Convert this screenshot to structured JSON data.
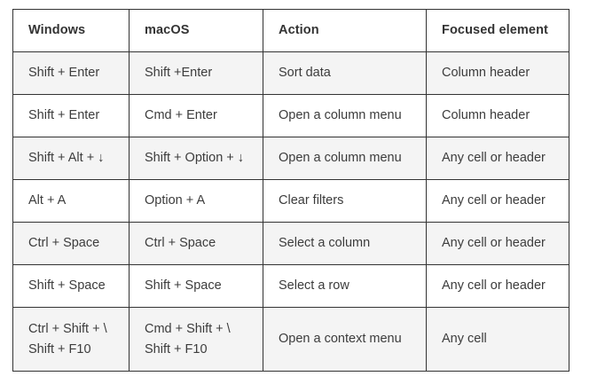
{
  "table": {
    "headers": [
      "Windows",
      "macOS",
      "Action",
      "Focused element"
    ],
    "rows": [
      {
        "shaded": true,
        "tall": false,
        "windows": "Shift + Enter",
        "macos": "Shift +Enter",
        "action": "Sort data",
        "focused": "Column header"
      },
      {
        "shaded": false,
        "tall": false,
        "windows": "Shift + Enter",
        "macos": "Cmd + Enter",
        "action": "Open a column menu",
        "focused": "Column header"
      },
      {
        "shaded": true,
        "tall": false,
        "windows": "Shift + Alt + ↓",
        "macos": "Shift + Option + ↓",
        "action": "Open a column menu",
        "focused": "Any cell or header"
      },
      {
        "shaded": false,
        "tall": false,
        "windows": "Alt + A",
        "macos": "Option + A",
        "action": "Clear filters",
        "focused": "Any cell or header"
      },
      {
        "shaded": true,
        "tall": false,
        "windows": "Ctrl + Space",
        "macos": "Ctrl + Space",
        "action": "Select a column",
        "focused": "Any cell or header"
      },
      {
        "shaded": false,
        "tall": false,
        "windows": "Shift + Space",
        "macos": "Shift + Space",
        "action": "Select a row",
        "focused": "Any cell or header"
      },
      {
        "shaded": true,
        "tall": true,
        "windows_line1": "Ctrl + Shift + \\",
        "windows_line2": "Shift + F10",
        "macos_line1": "Cmd + Shift + \\",
        "macos_line2": "Shift + F10",
        "action": "Open a context menu",
        "focused": "Any cell"
      }
    ]
  },
  "colors": {
    "border": "#333333",
    "shaded_row": "#f4f4f4",
    "text": "#3c3c3c",
    "header_text": "#333333",
    "background": "#ffffff"
  }
}
